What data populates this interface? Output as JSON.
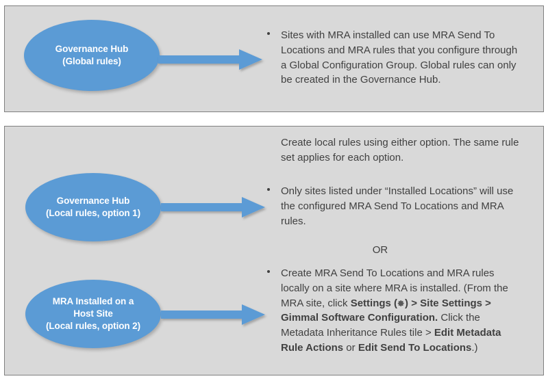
{
  "diagram": {
    "title": "MRA rules configuration options",
    "colors": {
      "panel_background": "#d9d9d9",
      "panel_border": "#7f7f7f",
      "node_fill": "#5b9bd5",
      "arrow_fill": "#5b9bd5",
      "text": "#404040",
      "node_text": "#ffffff"
    }
  },
  "panels": [
    {
      "id": "global",
      "node": {
        "name": "governance-hub-global",
        "lines": [
          "Governance Hub",
          "(Global rules)"
        ]
      },
      "arrow": {
        "name": "arrow-global",
        "direction": "right"
      },
      "bullets": [
        {
          "text": "Sites with MRA installed can use MRA Send To Locations and MRA rules that you configure through a Global Configuration Group. Global rules can only be created in the Governance Hub."
        }
      ]
    },
    {
      "id": "local",
      "intro": "Create local rules using either option. The same rule set applies for each option.",
      "or_label": "OR",
      "nodes": [
        {
          "name": "governance-hub-local-option-1",
          "lines": [
            "Governance Hub",
            "(Local rules, option 1)"
          ]
        },
        {
          "name": "mra-installed-host-site-option-2",
          "lines": [
            "MRA Installed on a",
            "Host Site",
            "(Local rules, option 2)"
          ]
        }
      ],
      "arrows": [
        {
          "name": "arrow-local-option-1",
          "direction": "right"
        },
        {
          "name": "arrow-local-option-2",
          "direction": "right"
        }
      ],
      "bullets": [
        {
          "name": "bullet-option-1",
          "text": "Only sites listed under “Installed Locations” will use the configured MRA Send To Locations and MRA rules."
        },
        {
          "name": "bullet-option-2",
          "segments": [
            {
              "text": "Create MRA Send To Locations and MRA rules locally on a site where MRA is installed. (From the MRA site, click ",
              "bold": false
            },
            {
              "text": "Settings",
              "bold": true
            },
            {
              "text": " (",
              "bold": true
            },
            {
              "text": "gear-icon",
              "icon": true
            },
            {
              "text": ") > ",
              "bold": true
            },
            {
              "text": "Site Settings",
              "bold": true
            },
            {
              "text": " > ",
              "bold": true
            },
            {
              "text": "Gimmal Software Configuration",
              "bold": true
            },
            {
              "text": ". ",
              "bold": true
            },
            {
              "text": "Click the Metadata Inheritance Rules tile > ",
              "bold": false
            },
            {
              "text": "Edit Metadata Rule Actions",
              "bold": true
            },
            {
              "text": " or ",
              "bold": false
            },
            {
              "text": "Edit Send To Locations",
              "bold": true
            },
            {
              "text": ".)",
              "bold": false
            }
          ]
        }
      ]
    }
  ]
}
